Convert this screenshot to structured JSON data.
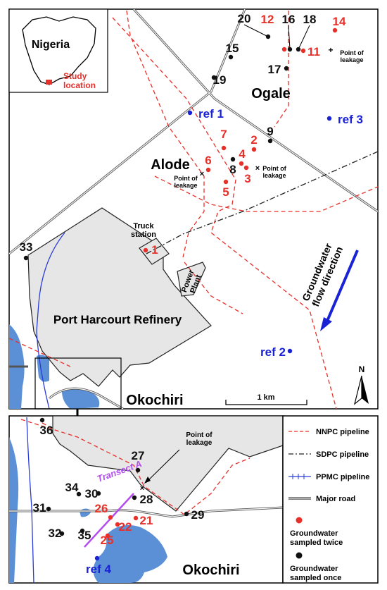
{
  "colors": {
    "refinery_fill": "#e6e6e6",
    "water": "#5b8fd6",
    "nnpc": "#e8302a",
    "twice": "#e8302a",
    "once": "#111111",
    "ref": "#1a22d6",
    "flow": "#1a22d6",
    "transect": "#b44df0"
  },
  "inset": {
    "country": "Nigeria",
    "study_location": "Study\nlocation"
  },
  "places": {
    "ogale": "Ogale",
    "alode": "Alode",
    "refinery": "Port Harcourt Refinery",
    "okochiri_top": "Okochiri",
    "okochiri_bottom": "Okochiri",
    "truck": "Truck\nstation",
    "power": "Power\nPlant",
    "flow": "Groundwater\nflow direction",
    "north": "N",
    "scale": "1 km"
  },
  "leakage": {
    "ogale": "Point of\nleakage",
    "alode_left": "Point of\nleakage",
    "alode_right": "Point of\nleakage",
    "bottom": "Point of\nleakage"
  },
  "wells_top": [
    {
      "label": "20",
      "type": "once"
    },
    {
      "label": "12",
      "type": "twice"
    },
    {
      "label": "16",
      "type": "once"
    },
    {
      "label": "18",
      "type": "once"
    },
    {
      "label": "14",
      "type": "twice"
    },
    {
      "label": "11",
      "type": "twice"
    },
    {
      "label": "15",
      "type": "once"
    },
    {
      "label": "17",
      "type": "once"
    },
    {
      "label": "19",
      "type": "once"
    },
    {
      "label": "9",
      "type": "once"
    },
    {
      "label": "7",
      "type": "twice"
    },
    {
      "label": "2",
      "type": "twice"
    },
    {
      "label": "4",
      "type": "twice"
    },
    {
      "label": "6",
      "type": "twice"
    },
    {
      "label": "8",
      "type": "once"
    },
    {
      "label": "3",
      "type": "twice"
    },
    {
      "label": "5",
      "type": "twice"
    },
    {
      "label": "1",
      "type": "twice"
    },
    {
      "label": "33",
      "type": "once"
    }
  ],
  "refs_top": [
    "ref 1",
    "ref 3",
    "ref 2"
  ],
  "wells_bottom": [
    {
      "label": "36",
      "type": "once"
    },
    {
      "label": "27",
      "type": "once"
    },
    {
      "label": "34",
      "type": "once"
    },
    {
      "label": "30",
      "type": "once"
    },
    {
      "label": "28",
      "type": "once"
    },
    {
      "label": "31",
      "type": "once"
    },
    {
      "label": "26",
      "type": "twice"
    },
    {
      "label": "21",
      "type": "twice"
    },
    {
      "label": "29",
      "type": "once"
    },
    {
      "label": "32",
      "type": "once"
    },
    {
      "label": "35",
      "type": "once"
    },
    {
      "label": "22",
      "type": "twice"
    },
    {
      "label": "25",
      "type": "twice"
    }
  ],
  "ref_bottom": "ref 4",
  "transect": "Transect A",
  "legend": [
    {
      "label": "NNPC pipeline",
      "kind": "nnpc"
    },
    {
      "label": "SDPC pipeline",
      "kind": "sdpc"
    },
    {
      "label": "PPMC pipeline",
      "kind": "ppmc"
    },
    {
      "label": "Major road",
      "kind": "road"
    },
    {
      "label": "Groundwater\nsampled twice",
      "kind": "twice"
    },
    {
      "label": "Groundwater\nsampled once",
      "kind": "once"
    }
  ]
}
